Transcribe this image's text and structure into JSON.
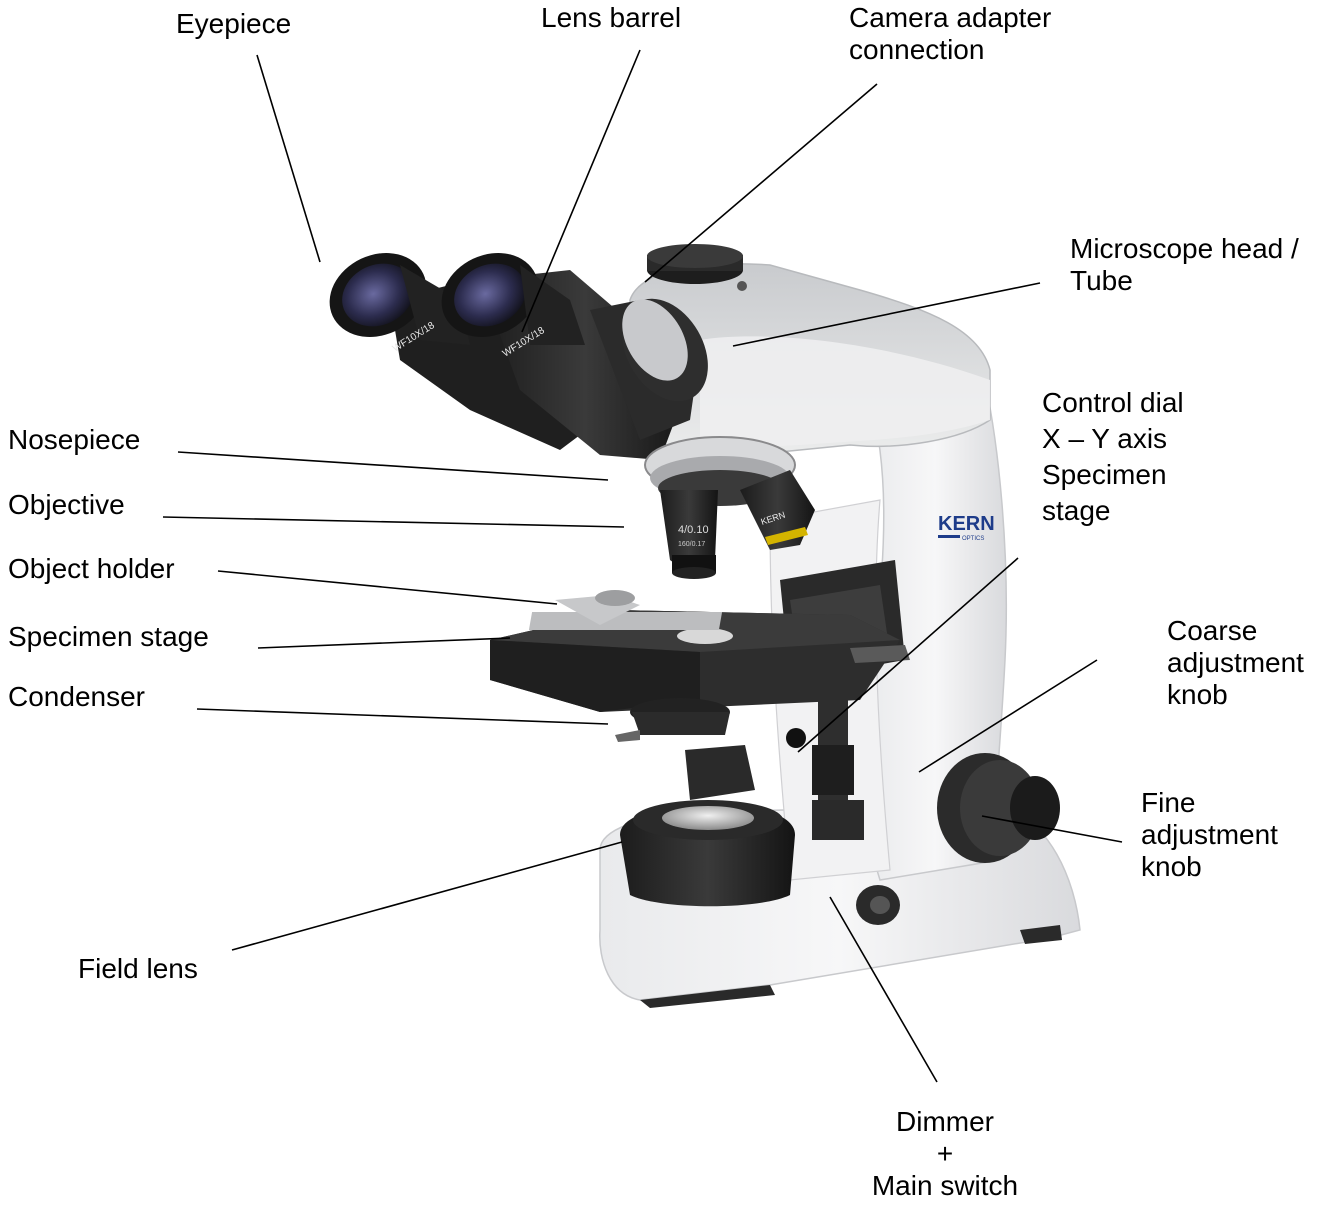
{
  "diagram": {
    "brand": {
      "name": "KERN",
      "sub": "OPTICS"
    },
    "eyepiece_marking": "WF10X/18",
    "objective_marking": [
      "4/0.10",
      "160/0.17"
    ],
    "objective2_marking": "KERN",
    "labels": {
      "eyepiece": "Eyepiece",
      "lens_barrel": "Lens barrel",
      "camera_adapter": [
        "Camera adapter",
        "connection"
      ],
      "microscope_head": [
        "Microscope head /",
        "Tube"
      ],
      "control_dial": [
        "Control dial",
        "X – Y axis",
        "Specimen",
        "stage"
      ],
      "nosepiece": "Nosepiece",
      "objective": "Objective",
      "object_holder": "Object holder",
      "specimen_stage": "Specimen stage",
      "condenser": "Condenser",
      "coarse_knob": [
        "Coarse",
        "adjustment",
        "knob"
      ],
      "fine_knob": [
        "Fine",
        "adjustment",
        "knob"
      ],
      "field_lens": "Field lens",
      "dimmer": [
        "Dimmer",
        "+",
        "Main switch"
      ]
    }
  }
}
